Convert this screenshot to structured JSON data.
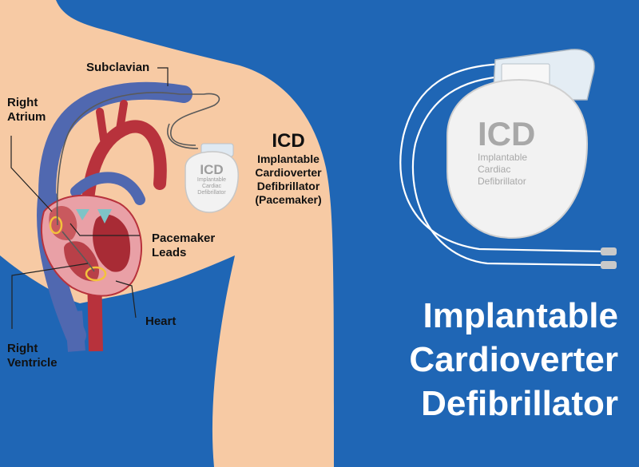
{
  "labels": {
    "subclavian": "Subclavian",
    "right_atrium_1": "Right",
    "right_atrium_2": "Atrium",
    "pacemaker_leads_1": "Pacemaker",
    "pacemaker_leads_2": "Leads",
    "heart": "Heart",
    "right_ventricle_1": "Right",
    "right_ventricle_2": "Ventricle"
  },
  "icd_label": {
    "abbr": "ICD",
    "line1": "Implantable",
    "line2": "Cardioverter",
    "line3": "Defibrillator",
    "line4": "(Pacemaker)"
  },
  "device_small": {
    "abbr": "ICD",
    "line1": "Implantable",
    "line2": "Cardiac",
    "line3": "Defibrillator"
  },
  "device_large": {
    "abbr": "ICD",
    "line1": "Implantable",
    "line2": "Cardiac",
    "line3": "Defibrillator"
  },
  "title": {
    "line1": "Implantable",
    "line2": "Cardioverter",
    "line3": "Defibrillator"
  },
  "colors": {
    "background": "#1f66b5",
    "skin": "#f7caa4",
    "vein": "#5068b0",
    "artery": "#b8323c",
    "device": "#f2f2f2"
  }
}
